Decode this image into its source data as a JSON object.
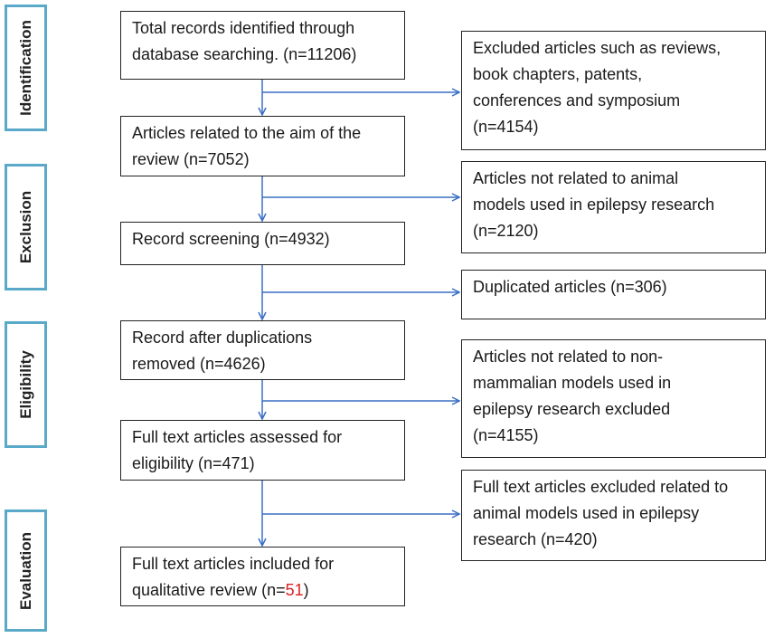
{
  "stages": [
    {
      "label": "Identification"
    },
    {
      "label": "Exclusion"
    },
    {
      "label": "Eligibility"
    },
    {
      "label": "Evaluation"
    }
  ],
  "main_boxes": [
    {
      "lines": [
        "Total records identified through",
        "database searching. (n=11206)"
      ]
    },
    {
      "lines": [
        "Articles related to the aim of the",
        "review (n=7052)"
      ]
    },
    {
      "lines": [
        "Record screening (n=4932)"
      ]
    },
    {
      "lines": [
        "Record after duplications",
        "removed (n=4626)"
      ]
    },
    {
      "lines": [
        "Full text articles assessed for",
        "eligibility (n=471)"
      ]
    },
    {
      "line1": "Full text articles included for",
      "line2_prefix": "qualitative review (n=",
      "line2_highlight": "51",
      "line2_suffix": ")"
    }
  ],
  "side_boxes": [
    {
      "lines": [
        "Excluded articles such as reviews,",
        "book chapters, patents,",
        "conferences and symposium",
        "(n=4154)"
      ]
    },
    {
      "lines": [
        "Articles not related to animal",
        "models used in epilepsy research",
        "(n=2120)"
      ]
    },
    {
      "lines": [
        "Duplicated articles (n=306)"
      ]
    },
    {
      "lines": [
        "Articles not related to non-",
        "mammalian models used in",
        "epilepsy research excluded",
        "(n=4155)"
      ]
    },
    {
      "lines": [
        "Full text articles excluded related to",
        "animal models used in epilepsy",
        "research (n=420)"
      ]
    }
  ],
  "colors": {
    "stage_border": "#5aa9c9",
    "arrow": "#3a6fc4",
    "highlight": "#e02020"
  }
}
